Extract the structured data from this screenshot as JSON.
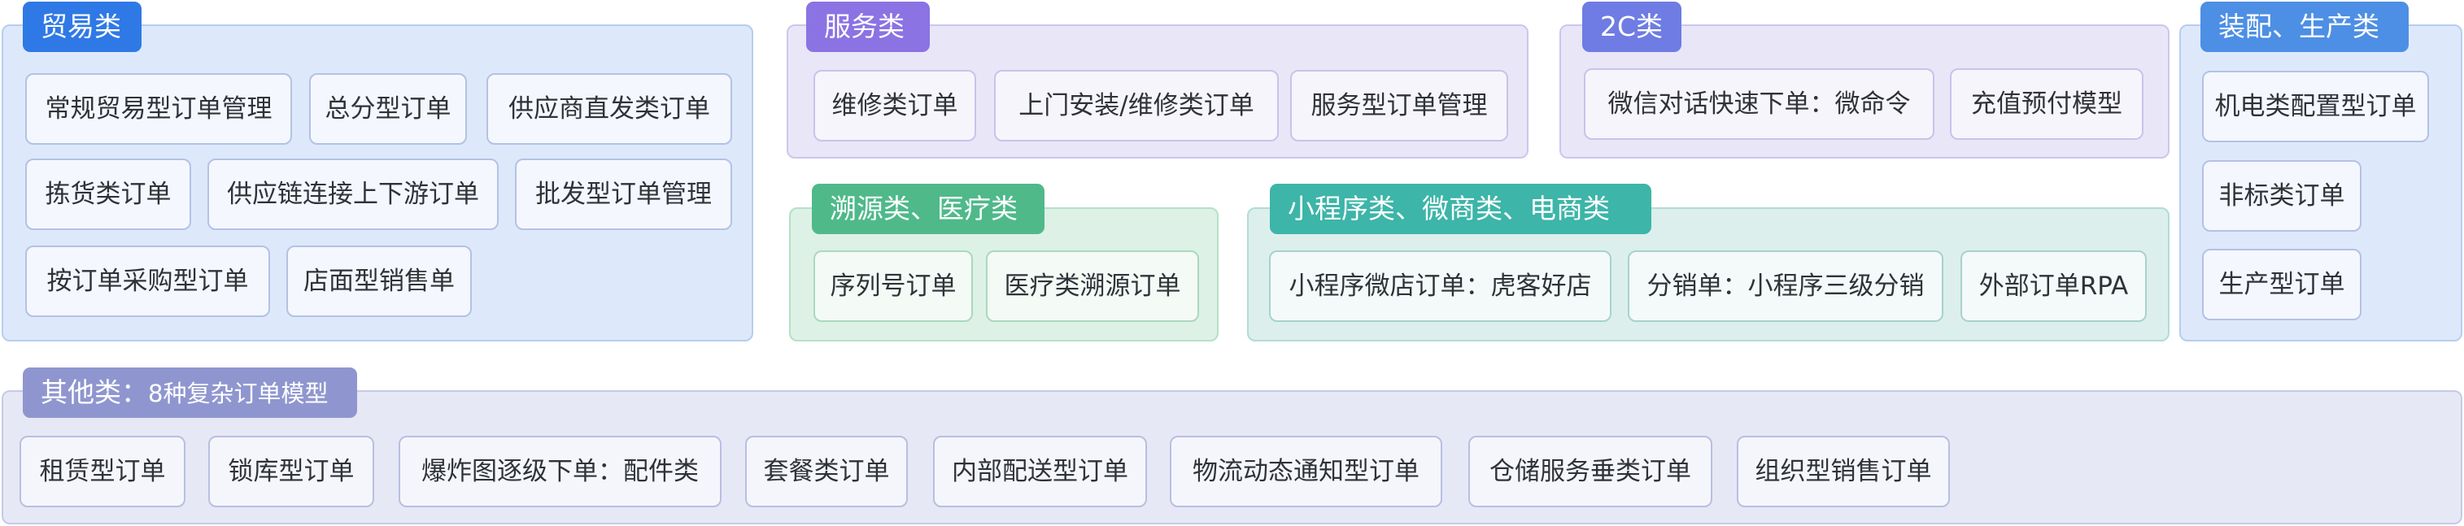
{
  "colors": {
    "trade": "#2f79e6",
    "service": "#8b73e3",
    "twoc": "#6e7ce3",
    "assembly": "#4d8fe4",
    "trace": "#4fb98a",
    "mini": "#3db5a8",
    "other": "#8f96cf"
  },
  "groups": {
    "trade": {
      "title": "贸易类",
      "items": [
        "常规贸易型订单管理",
        "总分型订单",
        "供应商直发类订单",
        "拣货类订单",
        "供应链连接上下游订单",
        "批发型订单管理",
        "按订单采购型订单",
        "店面型销售单"
      ]
    },
    "service": {
      "title": "服务类",
      "items": [
        "维修类订单",
        "上门安装/维修类订单",
        "服务型订单管理"
      ]
    },
    "twoc": {
      "title": "2C类",
      "items": [
        "微信对话快速下单：微命令",
        "充值预付模型"
      ]
    },
    "assembly": {
      "title": "装配、生产类",
      "items": [
        "机电类配置型订单",
        "非标类订单",
        "生产型订单"
      ]
    },
    "trace": {
      "title": "溯源类、医疗类",
      "items": [
        "序列号订单",
        "医疗类溯源订单"
      ]
    },
    "mini": {
      "title": "小程序类、微商类、电商类",
      "items": [
        "小程序微店订单：虎客好店",
        "分销单：小程序三级分销",
        "外部订单RPA"
      ]
    },
    "other": {
      "title": "其他类：",
      "subtitle": "8种复杂订单模型",
      "items": [
        "租赁型订单",
        "锁库型订单",
        "爆炸图逐级下单：配件类",
        "套餐类订单",
        "内部配送型订单",
        "物流动态通知型订单",
        "仓储服务垂类订单",
        "组织型销售订单"
      ]
    }
  }
}
